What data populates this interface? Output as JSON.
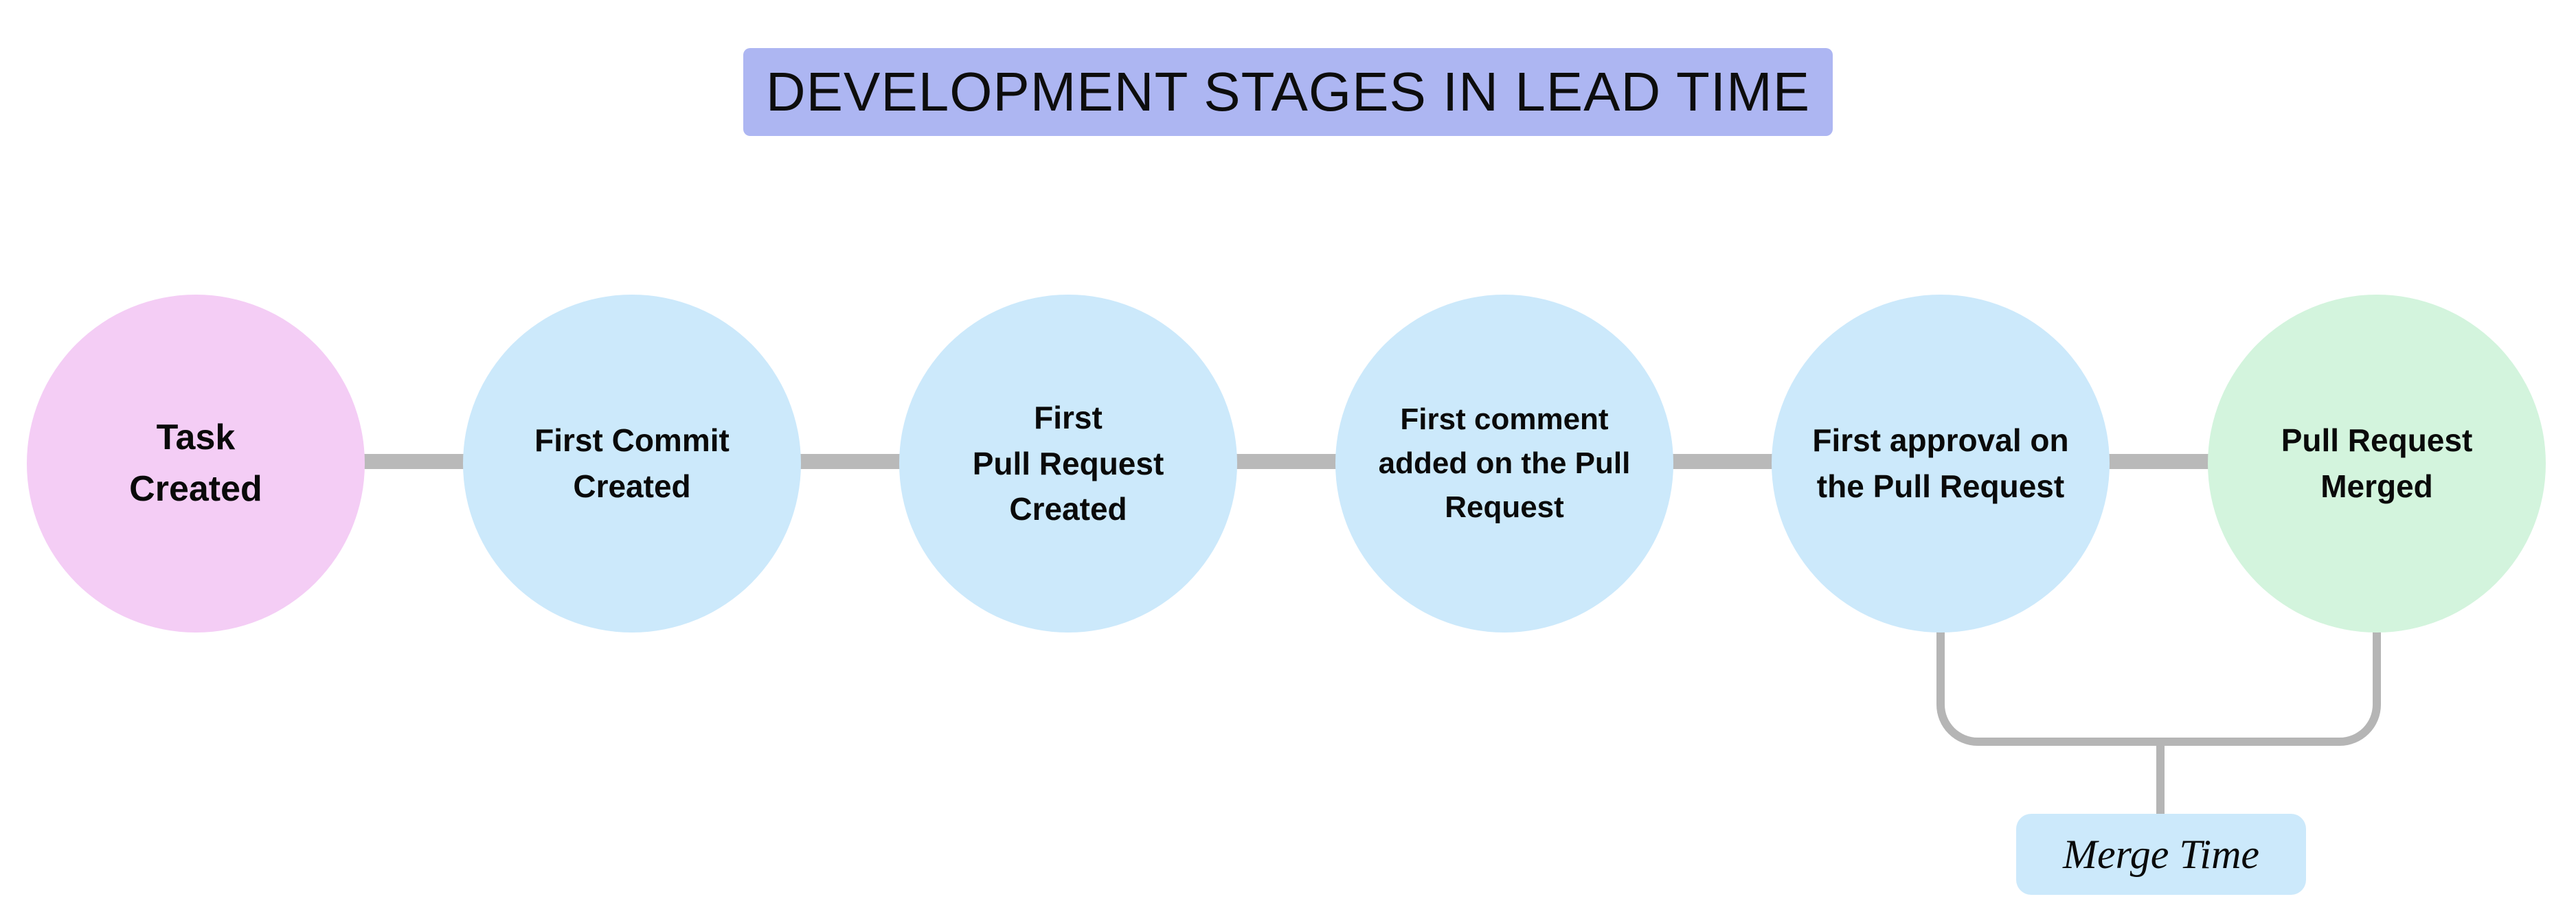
{
  "title": {
    "text": "DEVELOPMENT STAGES IN LEAD TIME",
    "bg": "#adb6f2"
  },
  "stages": [
    {
      "id": "task-created",
      "lines": [
        "Task",
        "Created"
      ],
      "color": "#f4cdf5"
    },
    {
      "id": "first-commit",
      "lines": [
        "First Commit",
        "Created"
      ],
      "color": "#cce9fb"
    },
    {
      "id": "first-pull-request",
      "lines": [
        "First",
        "Pull Request",
        "Created"
      ],
      "color": "#cce9fb"
    },
    {
      "id": "first-comment",
      "lines": [
        "First comment",
        "added on the Pull",
        "Request"
      ],
      "color": "#cce9fb"
    },
    {
      "id": "first-approval",
      "lines": [
        "First approval on",
        "the Pull Request"
      ],
      "color": "#cce9fb"
    },
    {
      "id": "pull-request-merged",
      "lines": [
        "Pull Request",
        "Merged"
      ],
      "color": "#d3f4dd"
    }
  ],
  "annotation": {
    "label": "Merge Time",
    "bg": "#cce9fb",
    "spans": [
      "first-approval",
      "pull-request-merged"
    ]
  },
  "colors": {
    "background": "#ffffff",
    "connector": "#b9b9b9",
    "bracket": "#b5b5b5",
    "text": "#0a0a0a"
  }
}
